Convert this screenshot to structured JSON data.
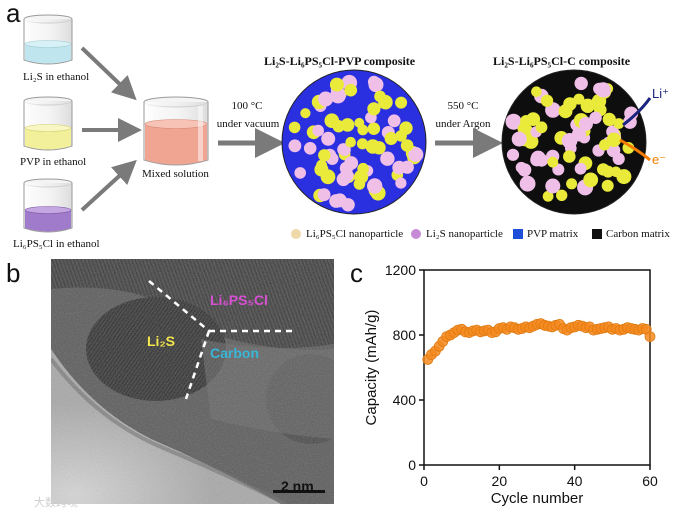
{
  "panel_a": {
    "letter": "a",
    "beakers": [
      {
        "label": "Li₂S in ethanol",
        "color": "#bfe6ee"
      },
      {
        "label": "PVP in ethanol",
        "color": "#f2f09a"
      },
      {
        "label": "Li₆PS₅Cl in ethanol",
        "color": "#a07acb"
      }
    ],
    "mixed_label": "Mixed solution",
    "mixed_color": "#f0a592",
    "step1": {
      "line1": "100 °C",
      "line2": "under vacuum"
    },
    "step2": {
      "line1": "550 °C",
      "line2": "under Argon"
    },
    "composite1_title": "Li₂S-Li₆PS₅Cl-PVP composite",
    "composite2_title": "Li₂S-Li₆PS₅Cl-C composite",
    "li_plus": "Li⁺",
    "e_minus": "e⁻",
    "legend": [
      {
        "label": "Li₆PS₅Cl nanoparticle",
        "color": "#f0d9a8"
      },
      {
        "label": "Li₂S nanoparticle",
        "color": "#c78ad6"
      },
      {
        "label": "PVP matrix",
        "color": "#1f4fd6"
      },
      {
        "label": "Carbon matrix",
        "color": "#111111"
      }
    ],
    "colors": {
      "pvp_matrix": "#2a2fe0",
      "carbon_matrix": "#0e0e0e",
      "li6ps5cl_particle": "#eaea3a",
      "li2s_particle": "#f0bfe8",
      "li_arrow": "#1a237e",
      "e_arrow": "#f57c00"
    }
  },
  "panel_b": {
    "letter": "b",
    "label_li2s": "Li₂S",
    "label_li6ps5cl": "Li₆PS₅Cl",
    "label_carbon": "Carbon",
    "scale_bar": "2 nm",
    "watermark": "大数跨境",
    "colors": {
      "li2s": "#f2e64a",
      "li6ps5cl": "#d94fd4",
      "carbon": "#39b6d9"
    }
  },
  "panel_c": {
    "letter": "c"
  },
  "chart_data": {
    "type": "scatter",
    "xlabel": "Cycle number",
    "ylabel": "Capacity (mAh/g)",
    "xlim": [
      0,
      60
    ],
    "ylim": [
      0,
      1200
    ],
    "xticks": [
      0,
      20,
      40,
      60
    ],
    "yticks": [
      0,
      400,
      800,
      1200
    ],
    "grid": false,
    "marker_color": "#f5891f",
    "series": [
      {
        "x": [
          1,
          2,
          3,
          4,
          5,
          6,
          7,
          8,
          9,
          10,
          11,
          12,
          13,
          14,
          15,
          16,
          17,
          18,
          19,
          20,
          21,
          22,
          23,
          24,
          25,
          26,
          27,
          28,
          29,
          30,
          31,
          32,
          33,
          34,
          35,
          36,
          37,
          38,
          39,
          40,
          41,
          42,
          43,
          44,
          45,
          46,
          47,
          48,
          49,
          50,
          51,
          52,
          53,
          54,
          55,
          56,
          57,
          58,
          59,
          60
        ],
        "values": [
          650,
          680,
          700,
          730,
          760,
          790,
          800,
          815,
          830,
          835,
          820,
          815,
          825,
          830,
          820,
          825,
          830,
          815,
          820,
          840,
          845,
          835,
          850,
          845,
          835,
          840,
          850,
          845,
          855,
          865,
          870,
          860,
          855,
          850,
          860,
          865,
          840,
          830,
          845,
          850,
          860,
          855,
          845,
          850,
          830,
          835,
          840,
          845,
          850,
          835,
          840,
          830,
          835,
          845,
          840,
          835,
          830,
          840,
          835,
          790
        ]
      }
    ]
  }
}
